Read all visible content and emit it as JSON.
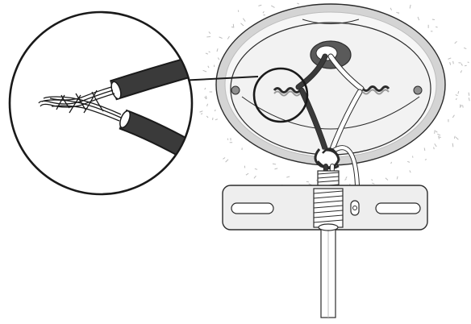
{
  "figure": {
    "kind": "installation-illustration",
    "subject": "ceiling-electrical-box-wire-splice",
    "detail_callout": "stripped-and-twisted-wire-ends",
    "colors": {
      "outline": "#2b2b2b",
      "box_fill": "#f1f1f1",
      "box_rim": "#c9c9c9",
      "wire_dark": "#3a3a3a",
      "wire_light": "#ffffff",
      "bracket_fill": "#eeeeee",
      "texture": "#bdbdbd"
    }
  }
}
